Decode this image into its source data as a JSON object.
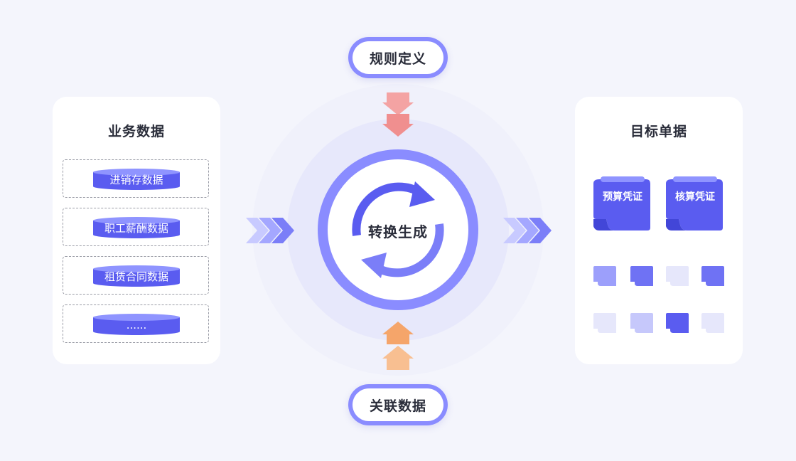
{
  "left_panel": {
    "title": "业务数据",
    "items": [
      {
        "label": "进销存数据"
      },
      {
        "label": "职工薪酬数据"
      },
      {
        "label": "租赁合同数据"
      },
      {
        "label": "......"
      }
    ]
  },
  "top_pill": {
    "label": "规则定义"
  },
  "bottom_pill": {
    "label": "关联数据"
  },
  "center": {
    "label": "转换生成"
  },
  "right_panel": {
    "title": "目标单据",
    "documents": [
      {
        "label": "预算凭证"
      },
      {
        "label": "核算凭证"
      }
    ]
  },
  "colors": {
    "primary": "#5a5cf0",
    "ring": "#8a8cff",
    "arrow_top": "#f08f8f",
    "arrow_bottom": "#f5a56a"
  }
}
